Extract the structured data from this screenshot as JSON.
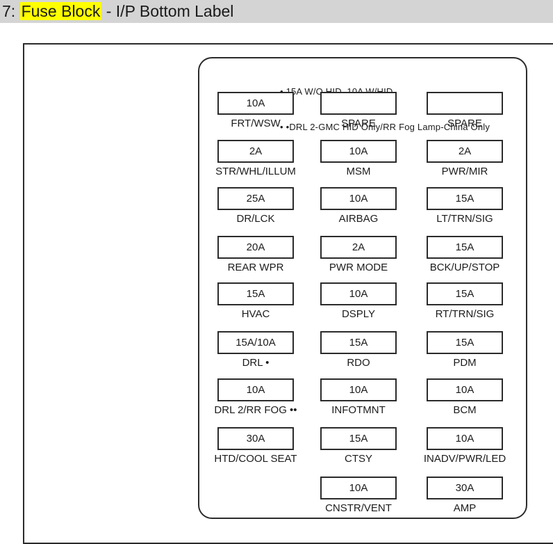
{
  "header": {
    "prefix": "7: ",
    "highlighted_term": "Fuse Block",
    "suffix": " - I/P Bottom Label",
    "highlight_color": "#ffff00",
    "bar_color": "#d4d4d4"
  },
  "diagram": {
    "line_color": "#2b2b2b",
    "notes": [
      "• 15A W/O HID, 10A W/HID",
      "• •DRL 2-GMC HID Only/RR Fog Lamp-China Only"
    ],
    "rows": [
      {
        "cells": [
          {
            "amp": "10A",
            "label": "FRT/WSW"
          },
          {
            "amp": "",
            "label": "SPARE"
          },
          {
            "amp": "",
            "label": "SPARE"
          }
        ]
      },
      {
        "cells": [
          {
            "amp": "2A",
            "label": "STR/WHL/ILLUM"
          },
          {
            "amp": "10A",
            "label": "MSM"
          },
          {
            "amp": "2A",
            "label": "PWR/MIR"
          }
        ]
      },
      {
        "cells": [
          {
            "amp": "25A",
            "label": "DR/LCK"
          },
          {
            "amp": "10A",
            "label": "AIRBAG"
          },
          {
            "amp": "15A",
            "label": "LT/TRN/SIG"
          }
        ]
      },
      {
        "cells": [
          {
            "amp": "20A",
            "label": "REAR WPR"
          },
          {
            "amp": "2A",
            "label": "PWR MODE"
          },
          {
            "amp": "15A",
            "label": "BCK/UP/STOP"
          }
        ]
      },
      {
        "cells": [
          {
            "amp": "15A",
            "label": "HVAC"
          },
          {
            "amp": "10A",
            "label": "DSPLY"
          },
          {
            "amp": "15A",
            "label": "RT/TRN/SIG"
          }
        ]
      },
      {
        "cells": [
          {
            "amp": "15A/10A",
            "label": "DRL •"
          },
          {
            "amp": "15A",
            "label": "RDO"
          },
          {
            "amp": "15A",
            "label": "PDM"
          }
        ]
      },
      {
        "cells": [
          {
            "amp": "10A",
            "label": "DRL 2/RR FOG ••"
          },
          {
            "amp": "10A",
            "label": "INFOTMNT"
          },
          {
            "amp": "10A",
            "label": "BCM"
          }
        ]
      },
      {
        "cells": [
          {
            "amp": "30A",
            "label": "HTD/COOL SEAT"
          },
          {
            "amp": "15A",
            "label": "CTSY"
          },
          {
            "amp": "10A",
            "label": "INADV/PWR/LED"
          }
        ]
      },
      {
        "cells": [
          null,
          {
            "amp": "10A",
            "label": "CNSTR/VENT"
          },
          {
            "amp": "30A",
            "label": "AMP"
          }
        ]
      }
    ]
  }
}
